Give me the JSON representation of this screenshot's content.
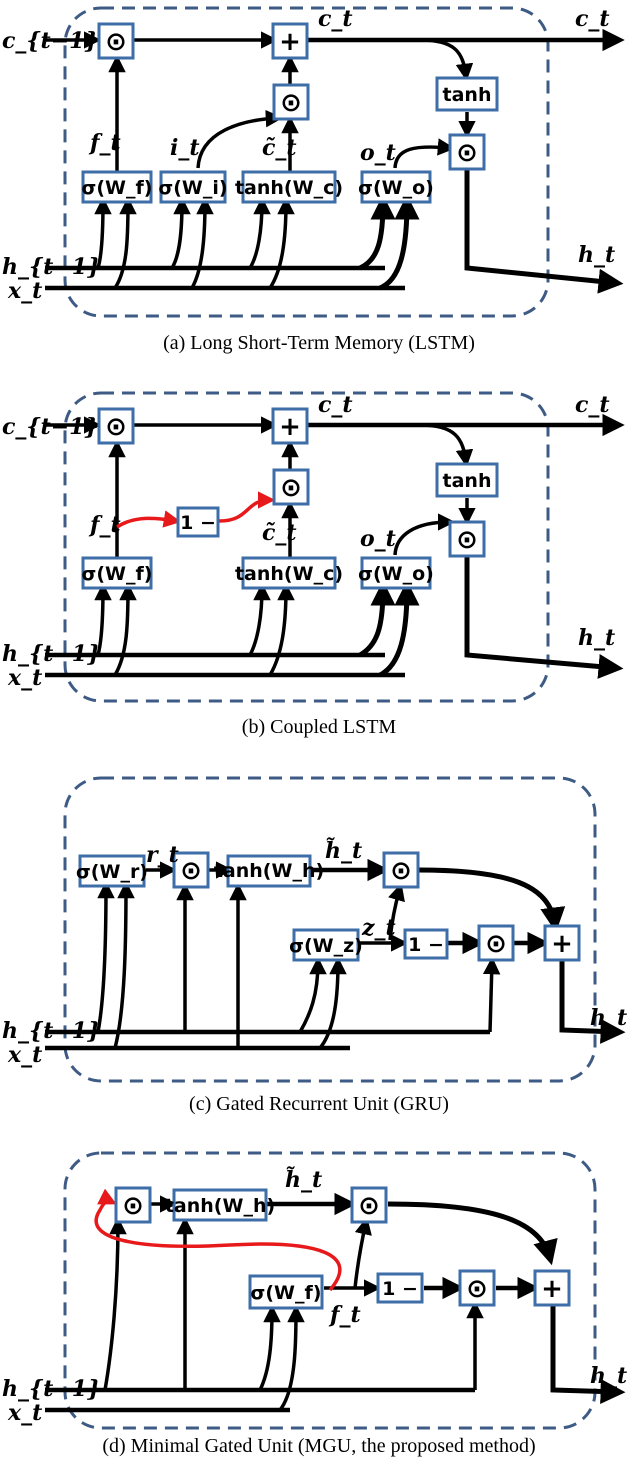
{
  "panels": [
    {
      "caption": "(a) Long Short-Term Memory (LSTM)",
      "ops": [
        "⊙",
        "+",
        "⊙",
        "⊙"
      ],
      "nodes": [
        "tanh",
        "σ(W_f)",
        "σ(W_i)",
        "tanh(W_c)",
        "σ(W_o)"
      ],
      "vars": [
        "c_{t−1}",
        "c_t",
        "c_t",
        "f_t",
        "i_t",
        "c̃_t",
        "o_t",
        "h_{t−1}",
        "x_t",
        "h_t"
      ]
    },
    {
      "caption": "(b) Coupled LSTM",
      "ops": [
        "⊙",
        "+",
        "⊙",
        "⊙"
      ],
      "nodes": [
        "tanh",
        "1 −",
        "σ(W_f)",
        "tanh(W_c)",
        "σ(W_o)"
      ],
      "vars": [
        "c_{t−1}",
        "c_t",
        "c_t",
        "f_t",
        "c̃_t",
        "o_t",
        "h_{t−1}",
        "x_t",
        "h_t"
      ]
    },
    {
      "caption": "(c) Gated Recurrent Unit (GRU)",
      "ops": [
        "⊙",
        "⊙",
        "⊙",
        "+"
      ],
      "nodes": [
        "σ(W_r)",
        "tanh(W_h)",
        "σ(W_z)",
        "1 −"
      ],
      "vars": [
        "r_t",
        "h̃_t",
        "z_t",
        "h_{t−1}",
        "x_t",
        "h_t"
      ]
    },
    {
      "caption": "(d) Minimal Gated Unit (MGU, the proposed method)",
      "ops": [
        "⊙",
        "⊙",
        "⊙",
        "+"
      ],
      "nodes": [
        "tanh(W_h)",
        "σ(W_f)",
        "1 −"
      ],
      "vars": [
        "h̃_t",
        "f_t",
        "h_{t−1}",
        "x_t",
        "h_t"
      ]
    }
  ],
  "colors": {
    "border": "#3d5b85",
    "box": "#3d6ea8",
    "line": "#000000",
    "highlight": "#e8191a"
  }
}
